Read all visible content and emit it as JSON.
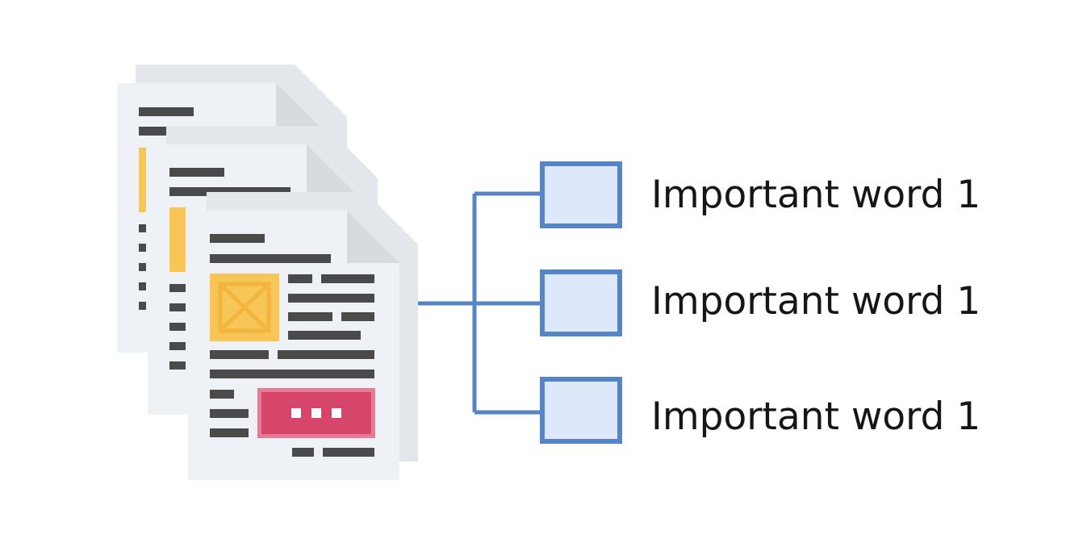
{
  "keywords": [
    {
      "label": "Important word 1"
    },
    {
      "label": "Important word 1"
    },
    {
      "label": "Important word 1"
    }
  ],
  "colors": {
    "background": "#ffffff",
    "page": "#eef1f5",
    "page_shadow": "#e3e6ea",
    "page_fold": "#d7dbe0",
    "text_line": "#4a4a4a",
    "image_placeholder": "#f7c657",
    "image_placeholder_mark": "#f2b53d",
    "button": "#d6456a",
    "button_border": "#e87a97",
    "connector": "#5585c6",
    "keyword_box_fill": "#dde9fb",
    "label_text": "#161616"
  },
  "icons": {
    "documents": "stacked-documents-icon",
    "keyword_box": "keyword-box-icon"
  }
}
